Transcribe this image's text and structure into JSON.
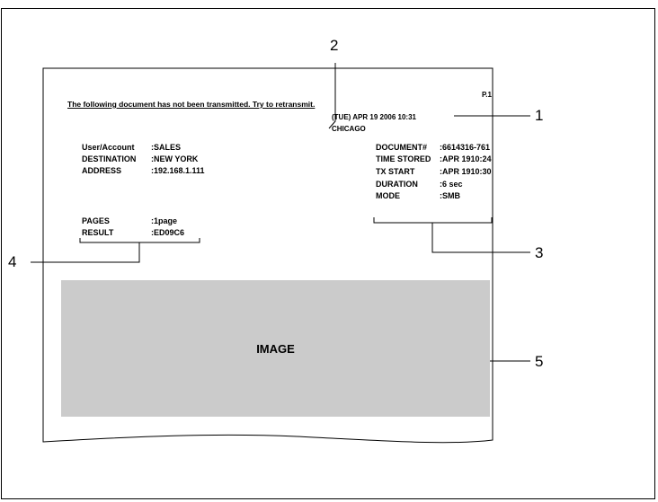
{
  "report": {
    "page_number": "P.1",
    "notice": "The following document has not been transmitted. Try to retransmit.",
    "date_time": "(TUE) APR 19 2006 10:31",
    "sender_name": "CHICAGO",
    "left_fields": [
      {
        "label": "User/Account",
        "value": ":SALES"
      },
      {
        "label": "DESTINATION",
        "value": ":NEW YORK"
      },
      {
        "label": "ADDRESS",
        "value": ":192.168.1.111"
      }
    ],
    "result_fields": [
      {
        "label": "PAGES",
        "value": ":1page"
      },
      {
        "label": "RESULT",
        "value": ":ED09C6"
      }
    ],
    "right_fields": [
      {
        "label": "DOCUMENT#",
        "value": ":6614316-761"
      },
      {
        "label": "TIME STORED",
        "value": ":APR 1910:24"
      },
      {
        "label": "TX START",
        "value": ":APR 1910:30"
      },
      {
        "label": "DURATION",
        "value": ":6 sec"
      },
      {
        "label": "MODE",
        "value": ":SMB"
      }
    ],
    "image_label": "IMAGE"
  },
  "callouts": {
    "c1": "1",
    "c2": "2",
    "c3": "3",
    "c4": "4",
    "c5": "5"
  }
}
